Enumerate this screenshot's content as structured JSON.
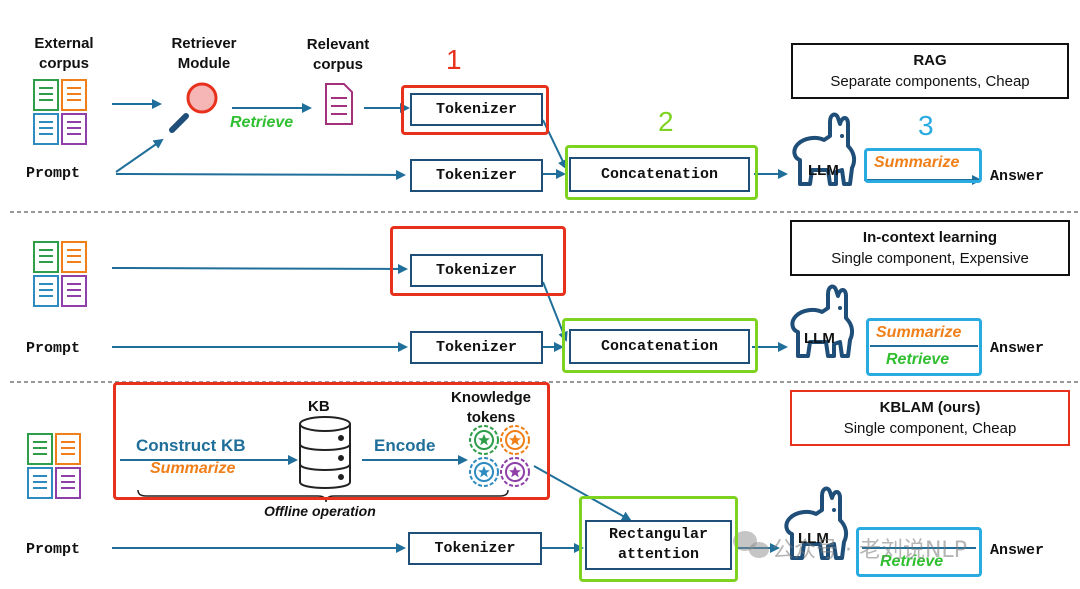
{
  "colors": {
    "arrow": "#1f6f9a",
    "red": "#e8311c",
    "green": "#7ed321",
    "blue": "#29abe2",
    "orange": "#f07f19",
    "retrieve_green": "#2fbf2f",
    "dark_blue": "#1f4e79"
  },
  "header": {
    "external_corpus": "External corpus",
    "retriever_module": "Retriever Module",
    "relevant_corpus": "Relevant corpus"
  },
  "rag": {
    "step1": "1",
    "step2": "2",
    "step3": "3",
    "retrieve": "Retrieve",
    "prompt": "Prompt",
    "tokenizer_top": "Tokenizer",
    "tokenizer_bottom": "Tokenizer",
    "concatenation": "Concatenation",
    "llm": "LLM",
    "summarize": "Summarize",
    "answer": "Answer",
    "caption_title": "RAG",
    "caption_sub": "Separate components, Cheap"
  },
  "icl": {
    "prompt": "Prompt",
    "tokenizer_top": "Tokenizer",
    "tokenizer_bottom": "Tokenizer",
    "concatenation": "Concatenation",
    "llm": "LLM",
    "summarize": "Summarize",
    "retrieve": "Retrieve",
    "answer": "Answer",
    "caption_title": "In-context learning",
    "caption_sub": "Single component, Expensive"
  },
  "kblam": {
    "kb": "KB",
    "knowledge_tokens": "Knowledge tokens",
    "construct_kb": "Construct KB",
    "summarize": "Summarize",
    "encode": "Encode",
    "offline_operation": "Offline operation",
    "prompt": "Prompt",
    "tokenizer": "Tokenizer",
    "rect_attention": "Rectangular attention",
    "llm": "LLM",
    "retrieve": "Retrieve",
    "answer": "Answer",
    "caption_title": "KBLAM (ours)",
    "caption_sub": "Single component, Cheap"
  },
  "watermark": "公众号 · 老刘说NLP"
}
